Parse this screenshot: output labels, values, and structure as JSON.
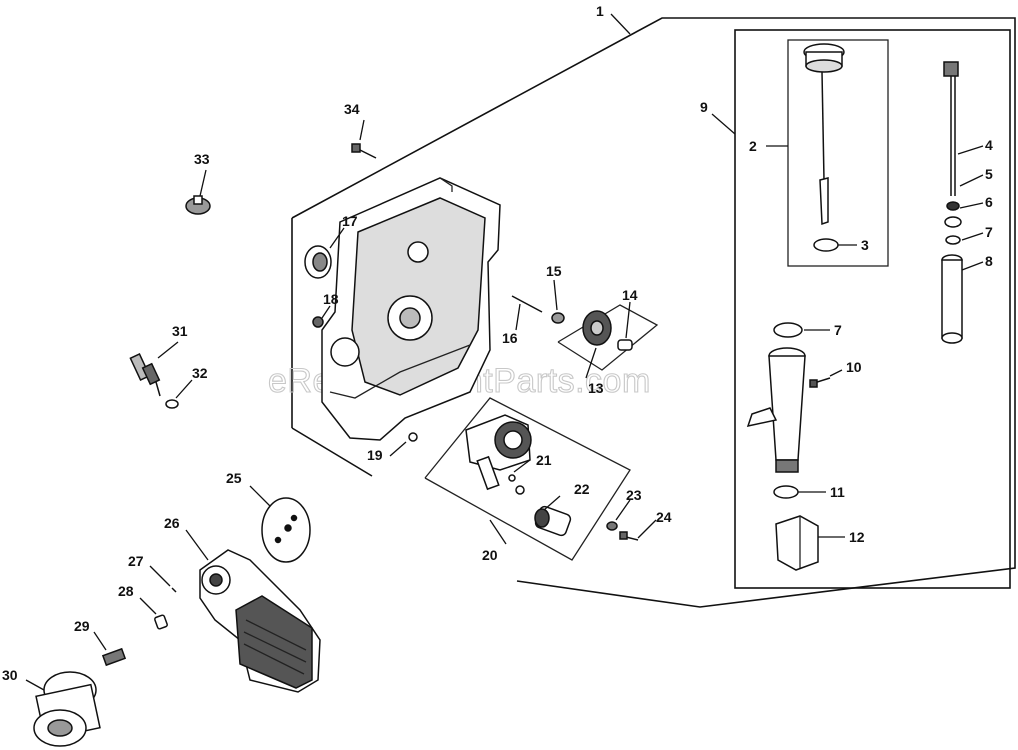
{
  "watermark": "eReplacementParts.com",
  "callouts": {
    "c1": "1",
    "c2": "2",
    "c3": "3",
    "c4": "4",
    "c5": "5",
    "c6": "6",
    "c7a": "7",
    "c7b": "7",
    "c8": "8",
    "c9": "9",
    "c10": "10",
    "c11": "11",
    "c12": "12",
    "c13": "13",
    "c14": "14",
    "c15": "15",
    "c16": "16",
    "c17": "17",
    "c18": "18",
    "c19": "19",
    "c20": "20",
    "c21": "21",
    "c22": "22",
    "c23": "23",
    "c24": "24",
    "c25": "25",
    "c26": "26",
    "c27": "27",
    "c28": "28",
    "c29": "29",
    "c30": "30",
    "c31": "31",
    "c32": "32",
    "c33": "33",
    "c34": "34"
  },
  "colors": {
    "ink": "#111111",
    "watermark": "#c8c8c8",
    "background": "#ffffff"
  }
}
